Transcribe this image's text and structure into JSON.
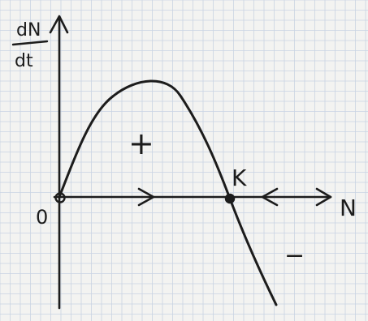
{
  "diagram": {
    "labels": {
      "y_axis_numerator": "dN",
      "y_axis_denominator": "dt",
      "x_axis": "N",
      "origin": "0",
      "carrying_capacity": "K",
      "positive_region": "+",
      "negative_region": "−"
    },
    "colors": {
      "ink": "#1c1c1c",
      "paper": "#f3f3f1",
      "grid": "#c9d3e3"
    },
    "equilibria": [
      {
        "name": "origin",
        "stability": "unstable",
        "marker": "open-circle"
      },
      {
        "name": "K",
        "stability": "stable",
        "marker": "filled-circle"
      }
    ]
  }
}
